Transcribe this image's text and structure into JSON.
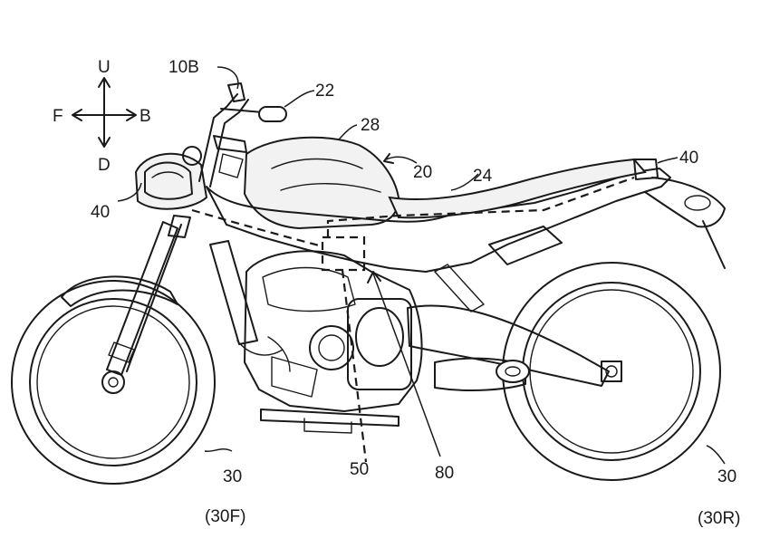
{
  "directions": {
    "up": "U",
    "down": "D",
    "front": "F",
    "back": "B"
  },
  "labels": {
    "handlebar_system": "10B",
    "grip": "22",
    "fuel_tank": "28",
    "body": "20",
    "seat": "24",
    "lamp_rear": "40",
    "lamp_front": "40",
    "wheel_front_num": "30",
    "wheel_front_sub": "(30F)",
    "controller": "50",
    "engine": "80",
    "wheel_rear_num": "30",
    "wheel_rear_sub": "(30R)"
  }
}
